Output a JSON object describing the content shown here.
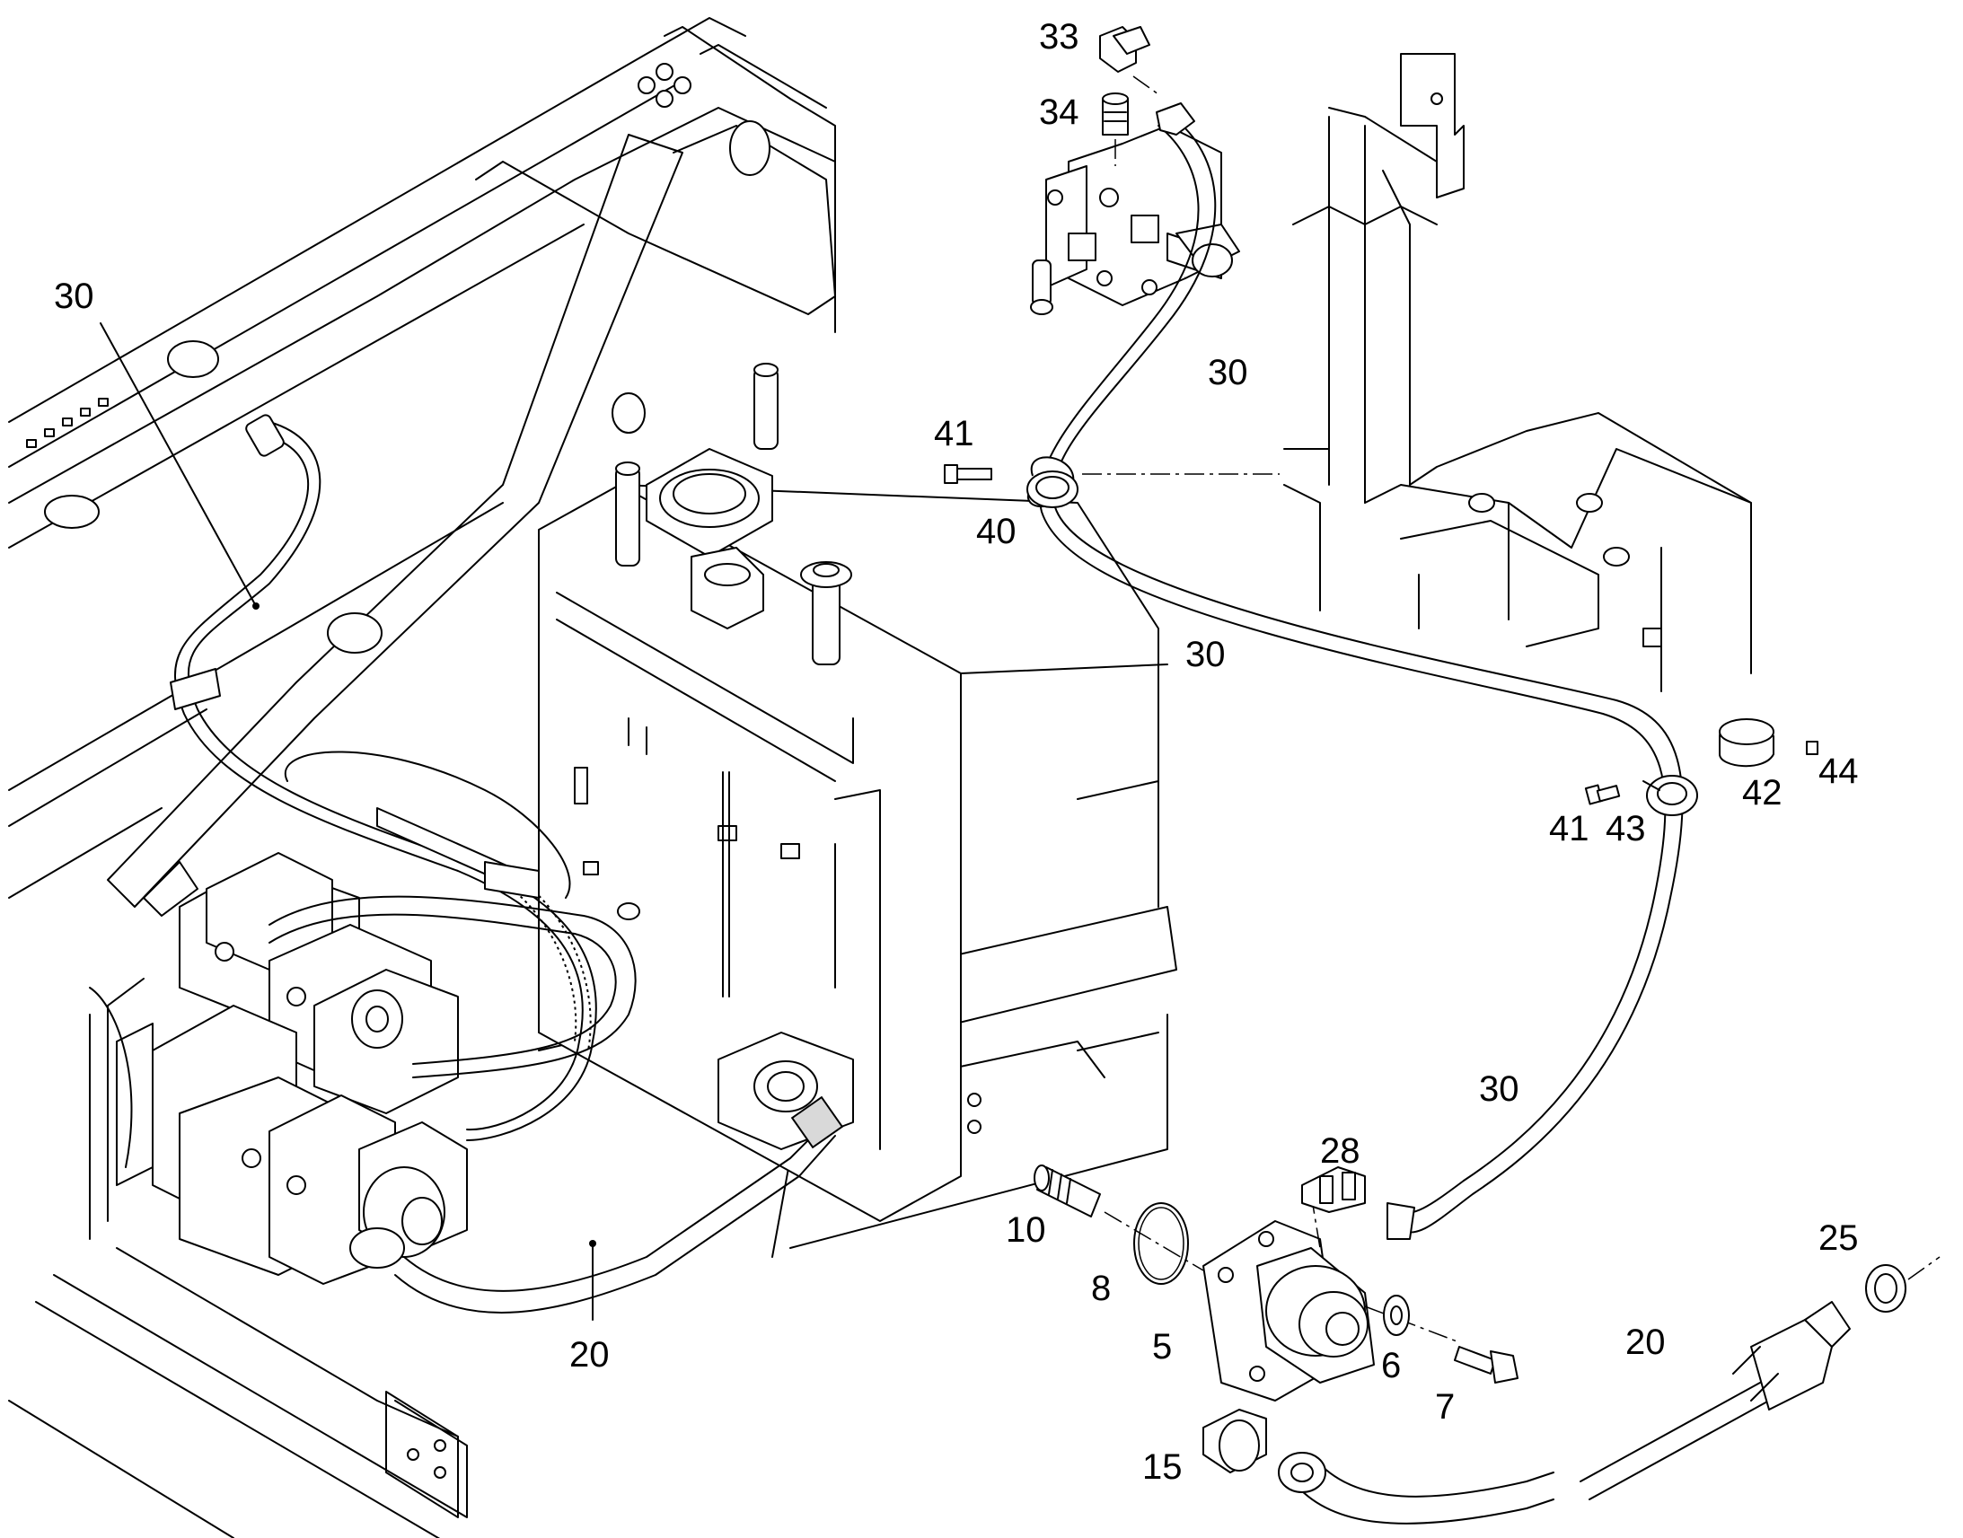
{
  "callouts": {
    "c30_left": "30",
    "c30_a": "30",
    "c30_b": "30",
    "c30_c": "30",
    "c20_left": "20",
    "c20_right": "20",
    "c33": "33",
    "c34": "34",
    "c41_top": "41",
    "c40": "40",
    "c41_right": "41",
    "c43": "43",
    "c42": "42",
    "c44": "44",
    "c28": "28",
    "c10": "10",
    "c8": "8",
    "c5": "5",
    "c6": "6",
    "c7": "7",
    "c15": "15",
    "c25": "25"
  }
}
